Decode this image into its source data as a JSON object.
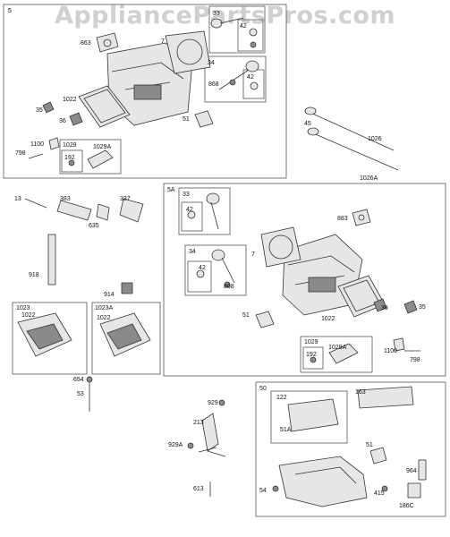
{
  "watermark": "AppliancePartsPros.com",
  "sections": {
    "s5": "5",
    "s5a": "5A",
    "s50": "50",
    "s1023": "1023",
    "s1023a": "1023A"
  },
  "labels": {
    "p863a": "863",
    "p7a": "7",
    "p33a": "33",
    "p42a": "42",
    "p34a": "34",
    "p868a": "868",
    "p42b": "42",
    "p1022a": "1022",
    "p35a": "35",
    "p36a": "36",
    "p51a": "51",
    "p1100a": "1100",
    "p1029a": "1029",
    "p1029Aa": "1029A",
    "p798a": "798",
    "p192a": "192",
    "p45": "45",
    "p1026": "1026",
    "p1026A": "1026A",
    "p13": "13",
    "p383": "383",
    "p337": "337",
    "p635": "635",
    "p33b": "33",
    "p42c": "42",
    "p883b": "883",
    "p7b": "7",
    "p34b": "34",
    "p42d": "42",
    "p868b": "868",
    "p51b": "51",
    "p1022b": "1022",
    "p36b": "36",
    "p35b": "35",
    "p1029b": "1029",
    "p1029Ab": "1029A",
    "p192b": "192",
    "p1100b": "1100",
    "p798b": "798",
    "p918": "918",
    "p914": "914",
    "p1022c": "1022",
    "p1022d": "1022",
    "p654": "654",
    "p53": "53",
    "p929": "929",
    "p213": "213",
    "p929A": "929A",
    "p613": "613",
    "p122": "122",
    "p163": "163",
    "p51A": "51A",
    "p51c": "51",
    "p964": "964",
    "p54": "54",
    "p415": "415",
    "p186C": "186C"
  }
}
